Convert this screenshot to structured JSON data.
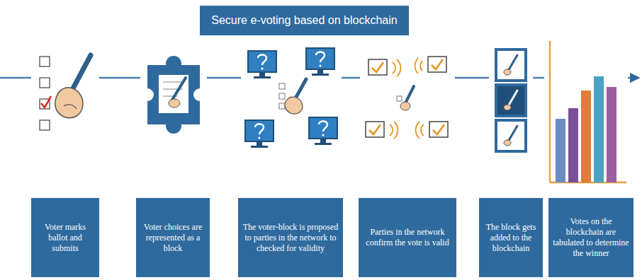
{
  "diagram": {
    "title": "Secure e-voting based on blockchain",
    "nodes": [
      {
        "text": [
          "Voter marks ballot and submits"
        ]
      },
      {
        "text": [
          "Voter choices are represented as a block"
        ]
      },
      {
        "text": [
          "The voter-block is proposed to parties in the network to checked for validity"
        ]
      },
      {
        "text": [
          "Parties in the network confirm the vote is valid"
        ]
      },
      {
        "text": [
          "The block gets added to the blockchain"
        ]
      },
      {
        "text": [
          "Votes on the blockchain are tabulated to determine the winner"
        ]
      }
    ]
  }
}
